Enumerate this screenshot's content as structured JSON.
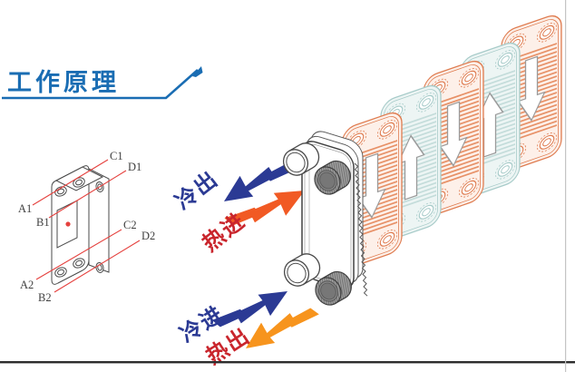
{
  "title": {
    "text": "工作原理",
    "color": "#1a6db3"
  },
  "legend_diagram": {
    "labels": {
      "c1": "C1",
      "d1": "D1",
      "a1": "A1",
      "b1": "B1",
      "c2": "C2",
      "d2": "D2",
      "a2": "A2",
      "b2": "B2"
    },
    "line_color": "#e5413e",
    "dot_color": "#e5413e",
    "label_color": "#3f3f3f"
  },
  "flow_arrows": {
    "cold_out": {
      "label": "冷出",
      "text_color": "#2b3a94",
      "arrow_color": "#2b3a94"
    },
    "hot_in": {
      "label": "热进",
      "text_color": "#c9252c",
      "arrow_color": "#f15a24"
    },
    "cold_in": {
      "label": "冷进",
      "text_color": "#2b3a94",
      "arrow_color": "#2b3a94"
    },
    "hot_out": {
      "label": "热出",
      "text_color": "#c9252c",
      "arrow_color": "#f7941d"
    }
  },
  "exploded_view": {
    "plates": [
      {
        "type": "hot",
        "flow": "down"
      },
      {
        "type": "cold",
        "flow": "up"
      },
      {
        "type": "hot",
        "flow": "down"
      },
      {
        "type": "cold",
        "flow": "up"
      },
      {
        "type": "hot",
        "flow": "down"
      }
    ],
    "colors": {
      "hot": {
        "fill": "#fdf0e9",
        "stroke": "#df7c50",
        "hatch": "#e79066"
      },
      "cold": {
        "fill": "#edf5f4",
        "stroke": "#a7cbc9",
        "hatch": "#c3dcda"
      }
    },
    "plate_arrow": {
      "fill": "#ffffff",
      "stroke": "#9a9a9a"
    }
  },
  "frame": {
    "bottom_line_color": "#2e2e2e",
    "right_line_color": "#c4c4c4"
  }
}
